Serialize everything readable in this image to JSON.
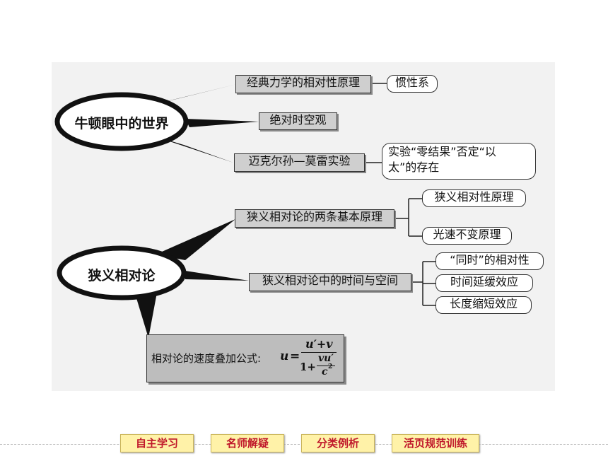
{
  "newton": {
    "title": "牛顿眼中的世界",
    "branch1": "经典力学的相对性原理",
    "branch1_leaf": "惯性系",
    "branch2": "绝对时空观",
    "branch3": "迈克尔孙—莫雷实验",
    "branch3_leaf_line1": "实验“零结果”否定“以",
    "branch3_leaf_line2": "太”的存在"
  },
  "relativity": {
    "title": "狭义相对论",
    "branch1": "狭义相对论的两条基本原理",
    "branch1_leaf1": "狭义相对性原理",
    "branch1_leaf2": "光速不变原理",
    "branch2": "狭义相对论中的时间与空间",
    "branch2_leaf1": "“同时”的相对性",
    "branch2_leaf2": "时间延缓效应",
    "branch2_leaf3": "长度缩短效应",
    "formula_label": "相对论的速度叠加公式:",
    "formula_u": "u",
    "formula_eq": "=",
    "formula_num": "u′+v",
    "formula_den_1": "1+",
    "formula_den_num": "vu′",
    "formula_den_den": "c",
    "formula_den_exp": "2"
  },
  "nav": {
    "btn1": "自主学习",
    "btn2": "名师解疑",
    "btn3": "分类例析",
    "btn4": "活页规范训练",
    "accent": "#c0182b",
    "button_bg": "#fff2a8"
  }
}
